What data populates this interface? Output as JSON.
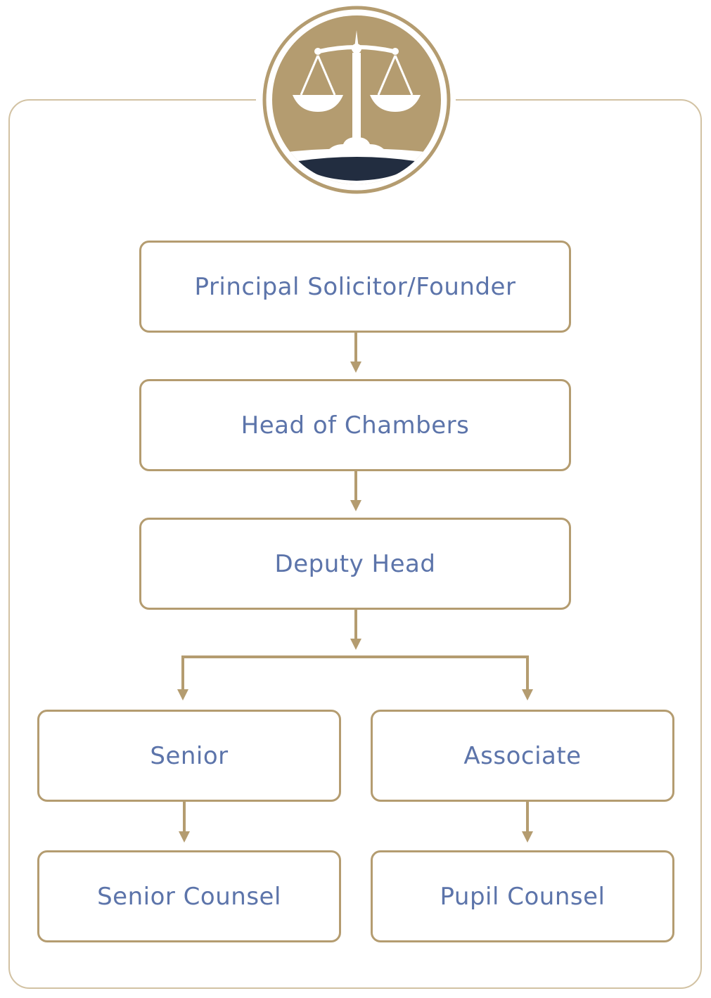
{
  "colors": {
    "accent": "#b49c70",
    "frame": "#d2c2a3",
    "text": "#5c74aa",
    "navy": "#222d40"
  },
  "emblem": {
    "icon": "scales-of-justice-icon"
  },
  "nodes": {
    "principal": "Principal Solicitor/Founder",
    "head": "Head of Chambers",
    "deputy": "Deputy Head",
    "senior": "Senior",
    "associate": "Associate",
    "senior_counsel": "Senior Counsel",
    "pupil_counsel": "Pupil Counsel"
  }
}
